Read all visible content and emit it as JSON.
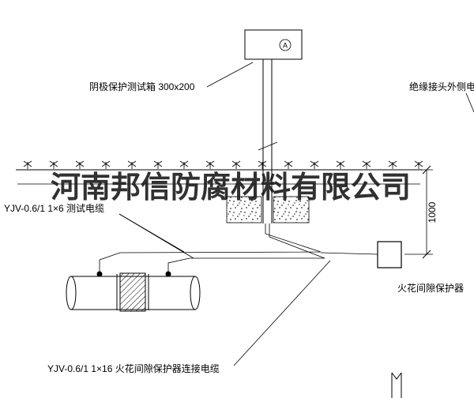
{
  "drawing": {
    "test_box_label": "阴极保护测试箱 300x200",
    "meter_letter": "A",
    "insulation_joint_cable_label": "绝缘接头外侧电缆",
    "test_cable_label": "YJV-0.6/1 1×6  测试电缆",
    "spark_gap_label": "火花间隙保护器",
    "connection_cable_label": "YJV-0.6/1 1×16  火花间隙保护器连接电缆",
    "dimension_height": "1000"
  },
  "watermark": {
    "company": "河南邦信防腐材料有限公司"
  },
  "colors": {
    "line": "#000000",
    "watermark": "#1b1b1b",
    "background": "#ffffff"
  }
}
